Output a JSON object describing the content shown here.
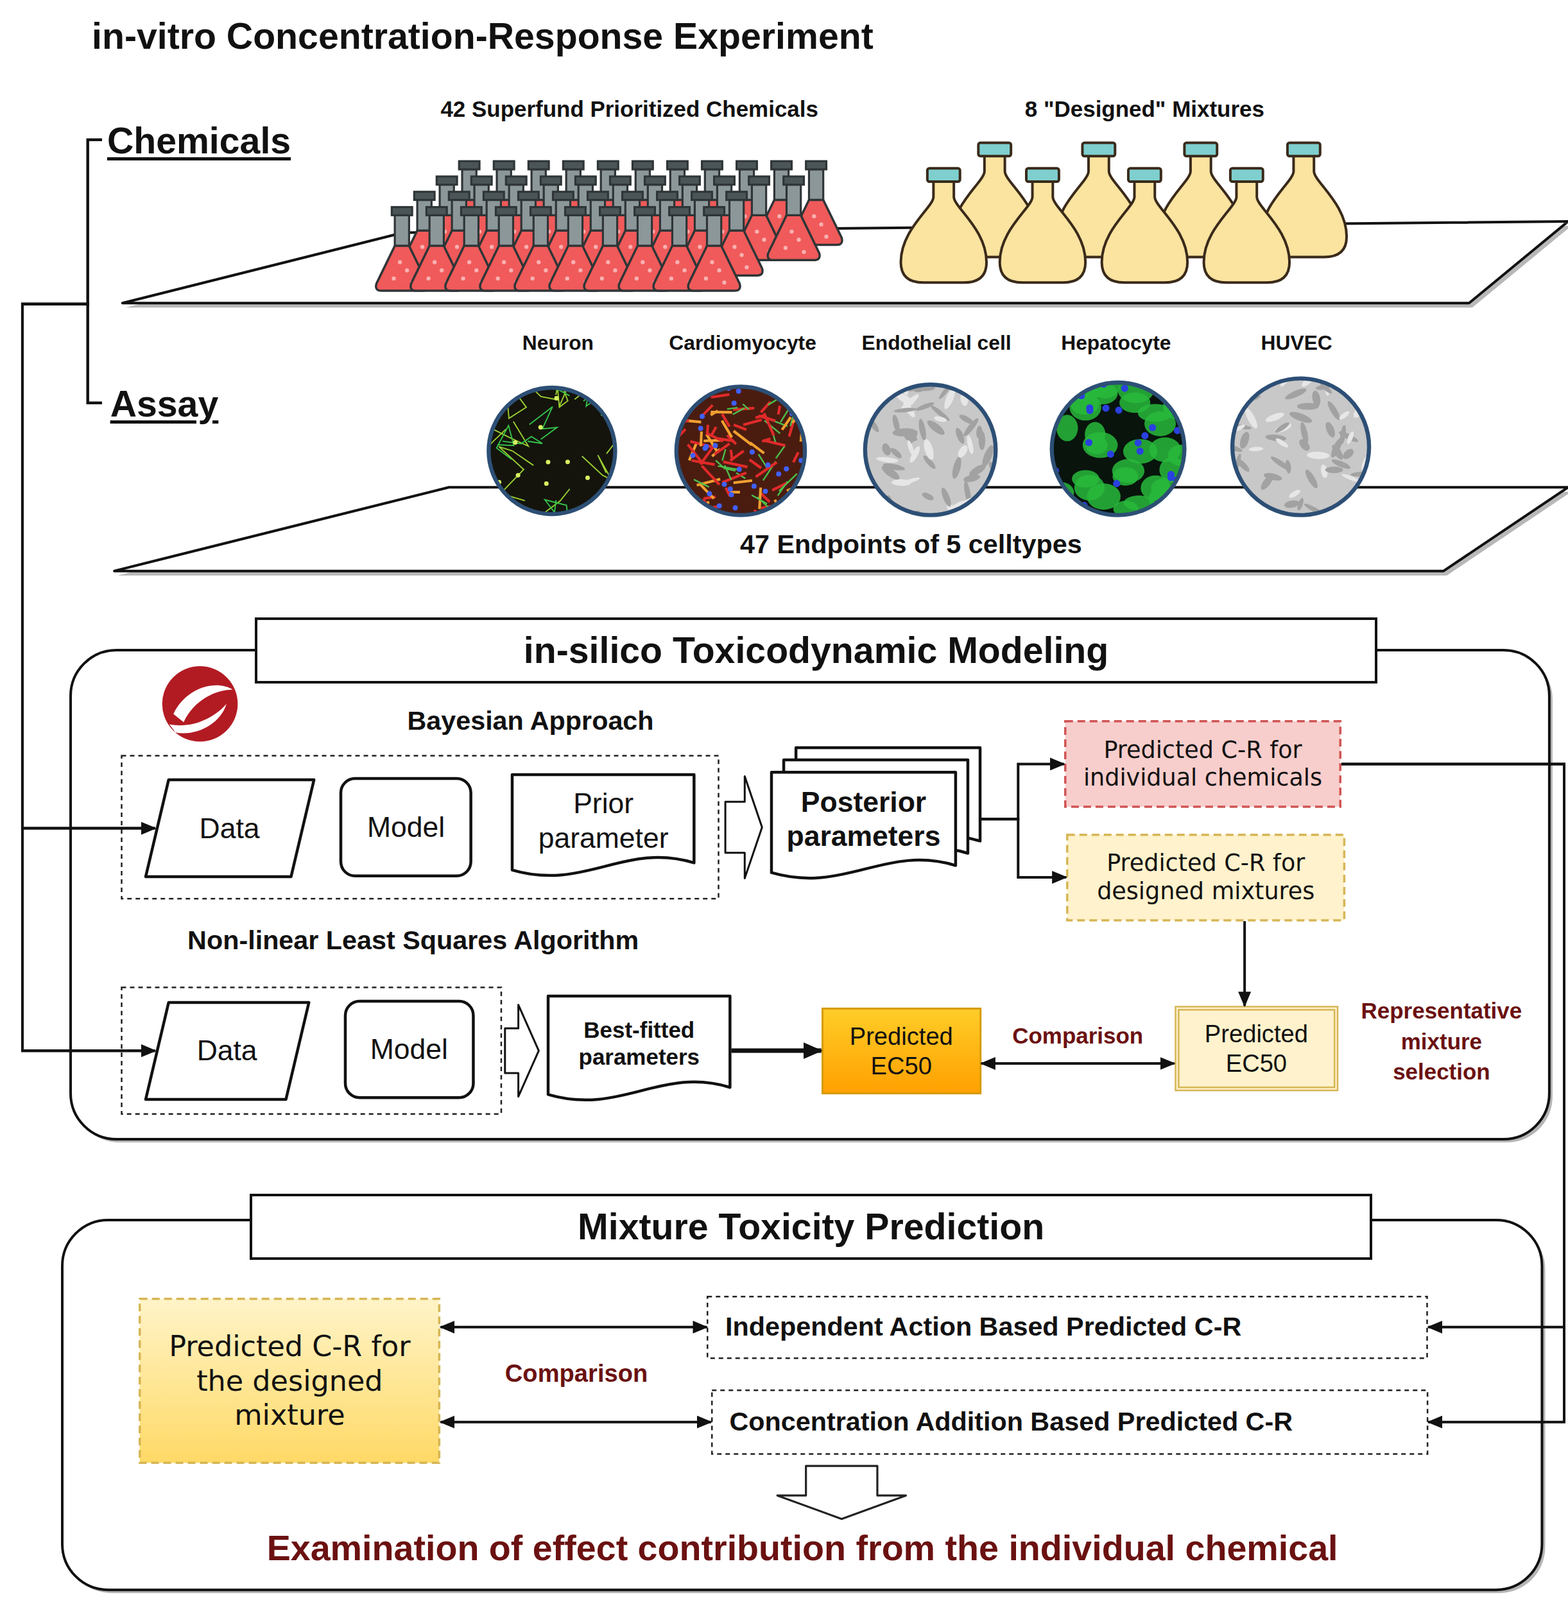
{
  "diagram": {
    "title": "in-vitro Concentration-Response Experiment",
    "nodes": [
      {
        "text": [
          "Chemicals",
          "42 Superfund Prioritized Chemicals",
          "8 \"Designed\" Mixtures"
        ]
      },
      {
        "text": [
          "Assay",
          "Neuron",
          "Cardiomyocyte",
          "Endothelial cell",
          "Hepatocyte",
          "HUVEC",
          "47 Endpoints of 5 celltypes"
        ]
      },
      {
        "text": [
          "in-silico Toxicodynamic Modeling"
        ]
      },
      {
        "text": [
          "Bayesian Approach"
        ],
        "in": 2
      },
      {
        "text": [
          "Data"
        ],
        "in": 3
      },
      {
        "text": [
          "Model"
        ],
        "in": 3
      },
      {
        "text": [
          "Prior parameter"
        ],
        "in": 3
      },
      {
        "text": [
          "Posterior parameters"
        ],
        "in": 2
      },
      {
        "text": [
          "Predicted C-R for individual chemicals"
        ],
        "in": 2
      },
      {
        "text": [
          "Predicted C-R for designed mixtures"
        ],
        "in": 2
      },
      {
        "text": [
          "Non-linear Least Squares Algorithm"
        ],
        "in": 2
      },
      {
        "text": [
          "Data"
        ],
        "in": 10
      },
      {
        "text": [
          "Model"
        ],
        "in": 10
      },
      {
        "text": [
          "Best-fitted parameters"
        ],
        "in": 2
      },
      {
        "text": [
          "Predicted EC50"
        ],
        "in": 2
      },
      {
        "text": [
          "Predicted EC50"
        ],
        "in": 2
      },
      {
        "text": [
          "Mixture Toxicity Prediction"
        ]
      },
      {
        "text": [
          "Predicted C-R for the designed mixture"
        ],
        "in": 16
      },
      {
        "text": [
          "Independent Action Based Predicted C-R"
        ],
        "in": 16
      },
      {
        "text": [
          "Concentration Addition Based Predicted C-R"
        ],
        "in": 16
      }
    ],
    "edges": [
      {
        "from": 0,
        "to": 4,
        "arrow": "to"
      },
      {
        "from": 1,
        "to": 4,
        "arrow": "to"
      },
      {
        "from": 0,
        "to": 11,
        "arrow": "to"
      },
      {
        "from": 1,
        "to": 11,
        "arrow": "to"
      },
      {
        "from": 3,
        "to": 7,
        "arrow": "to"
      },
      {
        "from": 7,
        "to": 8,
        "arrow": "to"
      },
      {
        "from": 7,
        "to": 9,
        "arrow": "to"
      },
      {
        "from": 8,
        "to": 18,
        "arrow": "to"
      },
      {
        "from": 8,
        "to": 19,
        "arrow": "to"
      },
      {
        "from": 9,
        "to": 15,
        "arrow": "to"
      },
      {
        "from": 10,
        "to": 13,
        "arrow": "to"
      },
      {
        "from": 13,
        "to": 14,
        "arrow": "to"
      },
      {
        "from": 14,
        "to": 15,
        "label": "Comparison",
        "arrow": "both"
      },
      {
        "from": 17,
        "to": 18,
        "arrow": "both"
      },
      {
        "from": 17,
        "to": 19,
        "arrow": "both"
      }
    ],
    "labels": [
      "Representative mixture selection",
      "Comparison",
      "Examination of effect contribution from the individual chemical"
    ]
  }
}
